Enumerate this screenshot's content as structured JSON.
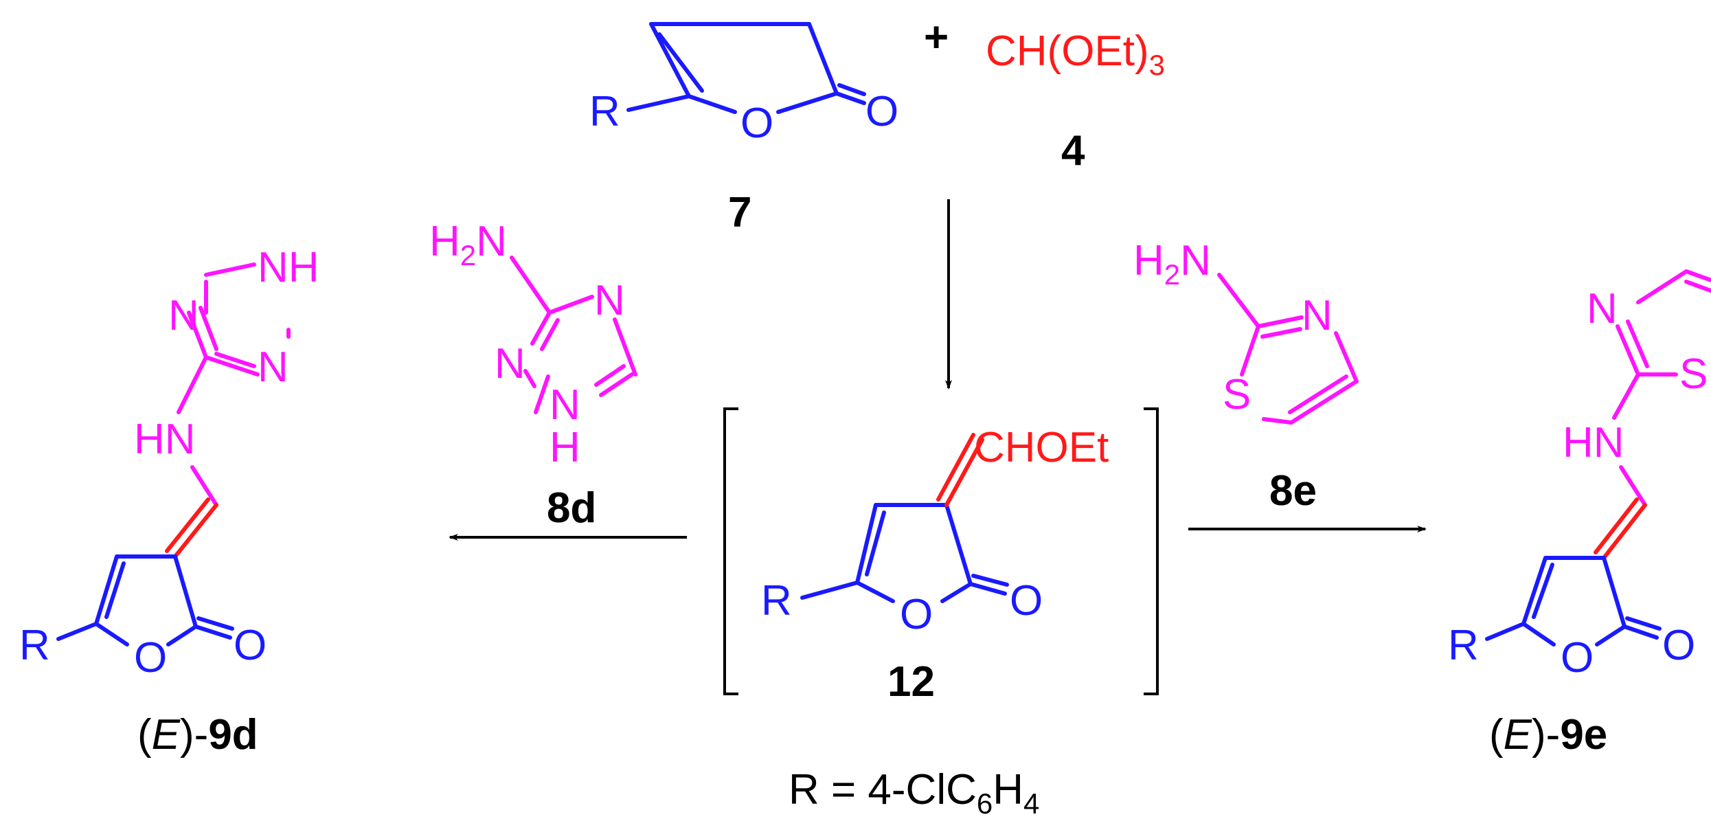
{
  "reagents": {
    "plus": "+",
    "orthoformate_main": "CH(OEt)",
    "orthoformate_sub": "3",
    "orthoformate_id": "4",
    "furanone_id": "7"
  },
  "atoms": {
    "R": "R",
    "O": "O",
    "H": "H",
    "N": "N",
    "S": "S",
    "NH": "NH",
    "HN": "HN",
    "H2N_main": "H",
    "H2N_sub": "2",
    "H2N_tail": "N"
  },
  "intermediate": {
    "substituent": "CHOEt",
    "id": "12"
  },
  "reactants": {
    "triazole_id": "8d",
    "thiazole_id": "8e"
  },
  "products": {
    "left_paren_open": "(",
    "left_stereo": "E",
    "left_paren_close": ")-",
    "left_id": "9d",
    "right_paren_open": "(",
    "right_stereo": "E",
    "right_paren_close": ")-",
    "right_id": "9e"
  },
  "footnote": {
    "prefix": "R = 4-ClC",
    "sub1": "6",
    "mid": "H",
    "sub2": "4"
  },
  "colors": {
    "furanone": "#1a1aff",
    "amine": "#ff14ff",
    "exocyclic": "#ff1a1a",
    "arrows": "#000000"
  }
}
